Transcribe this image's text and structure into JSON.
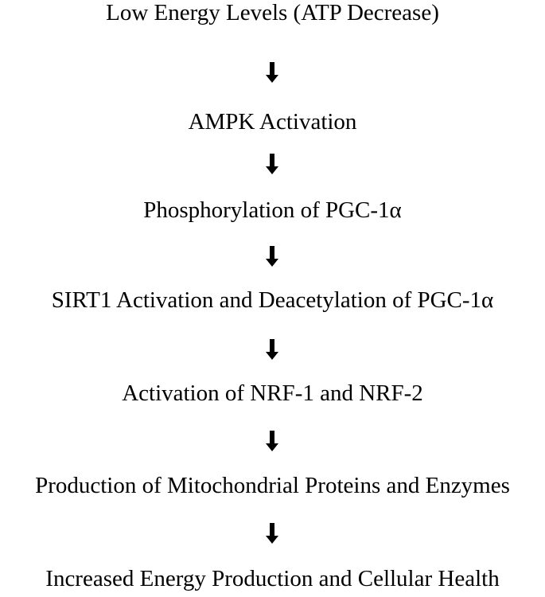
{
  "diagram": {
    "type": "linear-flowchart",
    "steps": [
      {
        "label": "Low Energy Levels (ATP Decrease)"
      },
      {
        "label": "AMPK Activation"
      },
      {
        "label": "Phosphorylation of PGC-1α"
      },
      {
        "label": "SIRT1 Activation and Deacetylation of PGC-1α"
      },
      {
        "label": "Activation of NRF-1 and NRF-2"
      },
      {
        "label": "Production of Mitochondrial Proteins and Enzymes"
      },
      {
        "label": "Increased Energy Production and Cellular Health"
      }
    ],
    "connector_icon": "down-arrow-icon",
    "colors": {
      "text": "#000000",
      "background": "#ffffff",
      "arrow": "#000000"
    }
  }
}
